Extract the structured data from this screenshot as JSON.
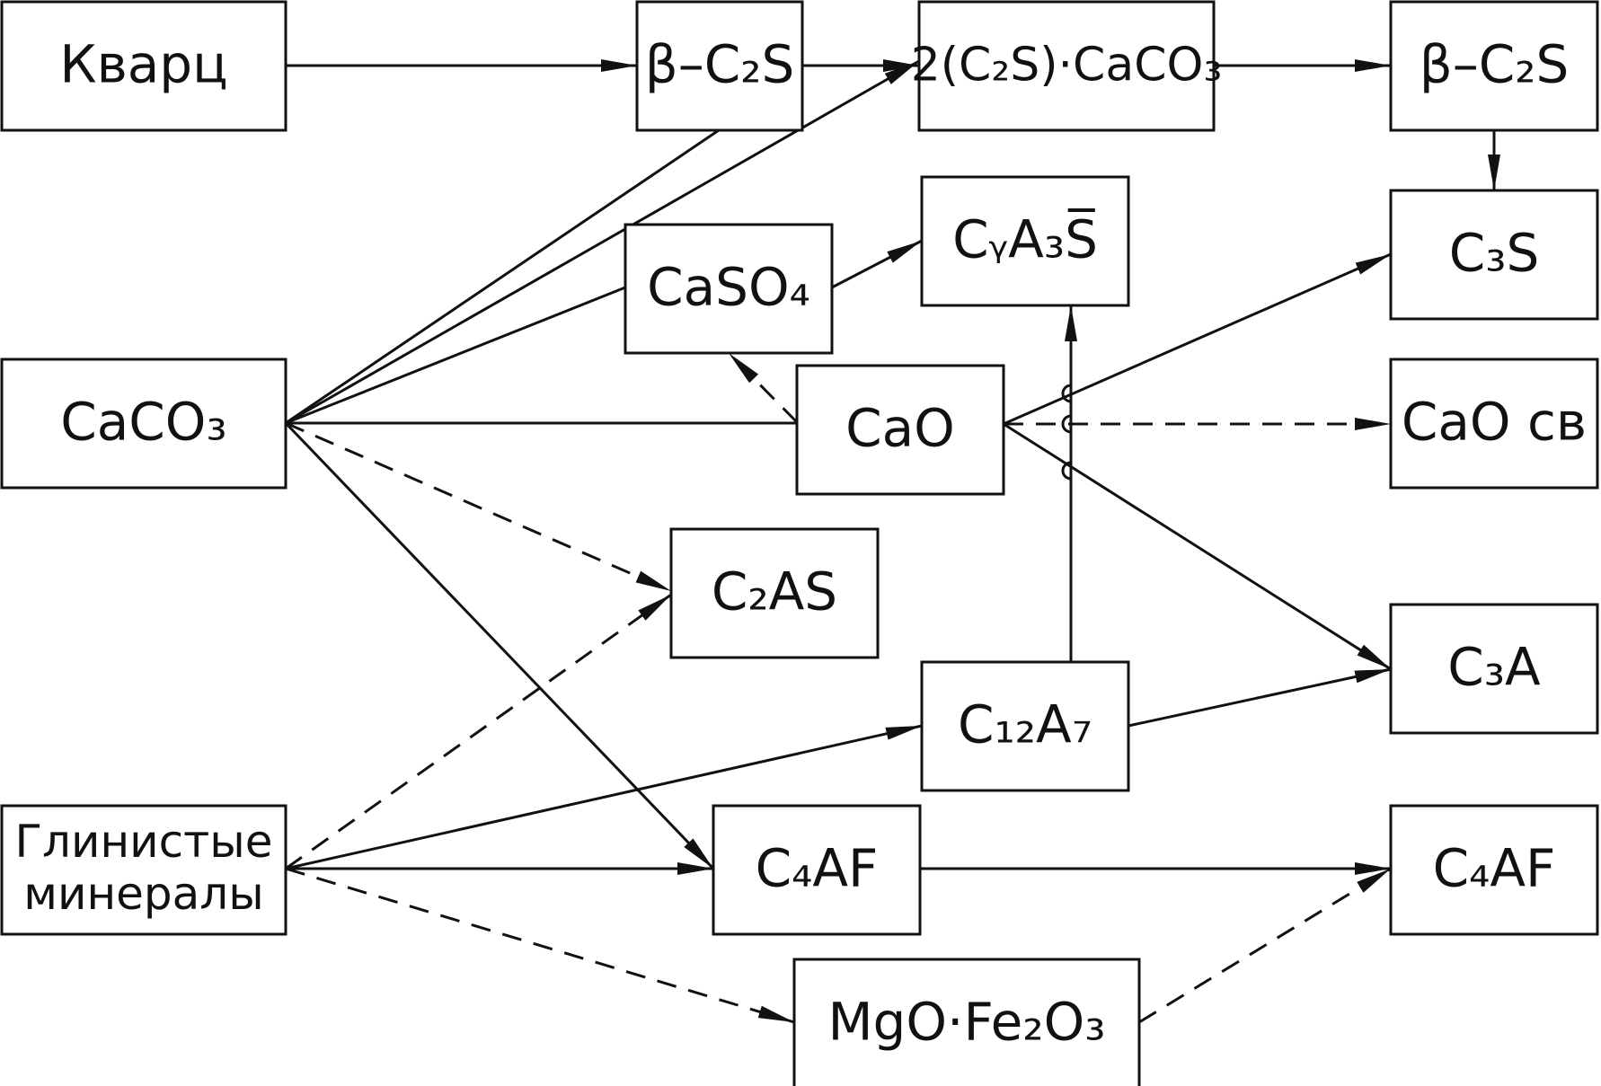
{
  "nodes": [
    {
      "id": "kvarts",
      "name": "node-kvarts",
      "label": "Кварц"
    },
    {
      "id": "bc2s_1",
      "name": "node-beta-c2s-1",
      "label": "β–C₂S"
    },
    {
      "id": "c2s_caco3",
      "name": "node-2c2s-caco3",
      "label": "2(C₂S)·CaCO₃"
    },
    {
      "id": "bc2s_2",
      "name": "node-beta-c2s-2",
      "label": "β–C₂S"
    },
    {
      "id": "c3s",
      "name": "node-c3s",
      "label": "C₃S"
    },
    {
      "id": "caso4",
      "name": "node-caso4",
      "label": "CaSO₄"
    },
    {
      "id": "cya3s",
      "name": "node-cya3s",
      "label": "CᵧA₃S̅"
    },
    {
      "id": "caco3",
      "name": "node-caco3",
      "label": "CaCO₃"
    },
    {
      "id": "cao",
      "name": "node-cao",
      "label": "CaO"
    },
    {
      "id": "cao_sv",
      "name": "node-cao-sv",
      "label": "CaO св"
    },
    {
      "id": "c2as",
      "name": "node-c2as",
      "label": "C₂AS"
    },
    {
      "id": "c3a",
      "name": "node-c3a",
      "label": "C₃A"
    },
    {
      "id": "c12a7",
      "name": "node-c12a7",
      "label": "C₁₂A₇"
    },
    {
      "id": "glina",
      "name": "node-glinistye",
      "label_lines": [
        "Глинистые",
        "минералы"
      ]
    },
    {
      "id": "c4af_1",
      "name": "node-c4af-1",
      "label": "C₄AF"
    },
    {
      "id": "c4af_2",
      "name": "node-c4af-2",
      "label": "C₄AF"
    },
    {
      "id": "mgo",
      "name": "node-mgo-fe2o3",
      "label": "MgO·Fe₂O₃"
    }
  ],
  "edges": [
    {
      "from": "kvarts",
      "to": "bc2s_1",
      "style": "solid",
      "arrow": true
    },
    {
      "from": "bc2s_1",
      "to": "c2s_caco3",
      "style": "solid",
      "arrow": true
    },
    {
      "from": "c2s_caco3",
      "to": "bc2s_2",
      "style": "solid",
      "arrow": true
    },
    {
      "from": "bc2s_2",
      "to": "c3s",
      "style": "solid",
      "arrow": true
    },
    {
      "from": "caco3",
      "to": "bc2s_1",
      "style": "solid",
      "arrow": false
    },
    {
      "from": "caco3",
      "to": "c2s_caco3",
      "style": "solid",
      "arrow": true
    },
    {
      "from": "caco3",
      "to": "caso4",
      "style": "solid",
      "arrow": false
    },
    {
      "from": "caso4",
      "to": "cya3s",
      "style": "solid",
      "arrow": true
    },
    {
      "from": "caco3",
      "to": "cao",
      "style": "solid",
      "arrow": false
    },
    {
      "from": "cao",
      "to": "caso4",
      "style": "dashed",
      "arrow": true
    },
    {
      "from": "cao",
      "to": "c3s",
      "style": "solid",
      "arrow": true
    },
    {
      "from": "cao",
      "to": "cao_sv",
      "style": "dashed",
      "arrow": true
    },
    {
      "from": "cao",
      "to": "c3a",
      "style": "solid",
      "arrow": true
    },
    {
      "from": "c12a7",
      "to": "cya3s",
      "style": "solid",
      "arrow": true
    },
    {
      "from": "caco3",
      "to": "c2as",
      "style": "dashed",
      "arrow": true
    },
    {
      "from": "caco3",
      "to": "c4af_1",
      "style": "solid",
      "arrow": true
    },
    {
      "from": "glina",
      "to": "c2as",
      "style": "dashed",
      "arrow": true
    },
    {
      "from": "glina",
      "to": "c12a7",
      "style": "solid",
      "arrow": true
    },
    {
      "from": "c12a7",
      "to": "c3a",
      "style": "solid",
      "arrow": true
    },
    {
      "from": "glina",
      "to": "c4af_1",
      "style": "solid",
      "arrow": true
    },
    {
      "from": "c4af_1",
      "to": "c4af_2",
      "style": "solid",
      "arrow": true
    },
    {
      "from": "glina",
      "to": "mgo",
      "style": "dashed",
      "arrow": true
    },
    {
      "from": "mgo",
      "to": "c4af_2",
      "style": "dashed",
      "arrow": true
    }
  ]
}
